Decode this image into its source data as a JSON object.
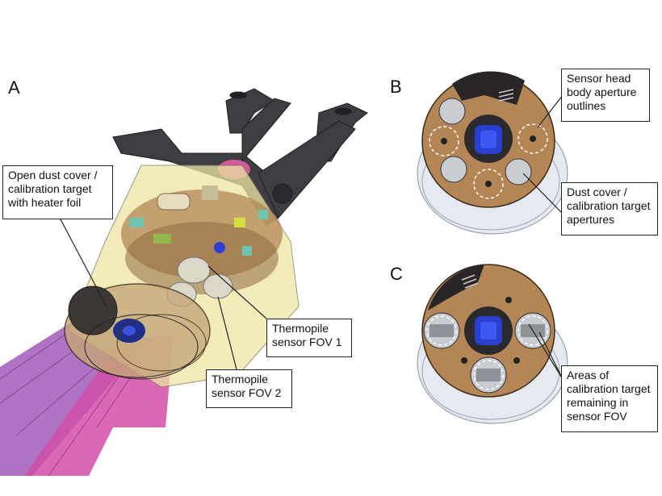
{
  "panels": {
    "a": {
      "letter": "A"
    },
    "b": {
      "letter": "B"
    },
    "c": {
      "letter": "C"
    }
  },
  "callouts": {
    "dust_cover": [
      "Open dust cover /",
      "calibration target",
      "with heater foil"
    ],
    "fov1": [
      "Thermopile",
      "sensor FOV 1"
    ],
    "fov2": [
      "Thermopile",
      "sensor FOV 2"
    ],
    "aperture_outlines": [
      "Sensor head",
      "body aperture",
      "outlines"
    ],
    "cover_apertures": [
      "Dust cover /",
      "calibration target",
      "apertures"
    ],
    "areas_remaining": [
      "Areas of",
      "calibration target",
      "remaining in",
      "sensor FOV"
    ]
  },
  "colors": {
    "housing_tan": "#b48655",
    "bracket_gray": "#3e3e42",
    "fov_cone_yellow": "#efe6a4",
    "beam_purple": "#a05ab8",
    "beam_magenta": "#d24fa8",
    "sensor_blue": "#2a3fd0"
  }
}
